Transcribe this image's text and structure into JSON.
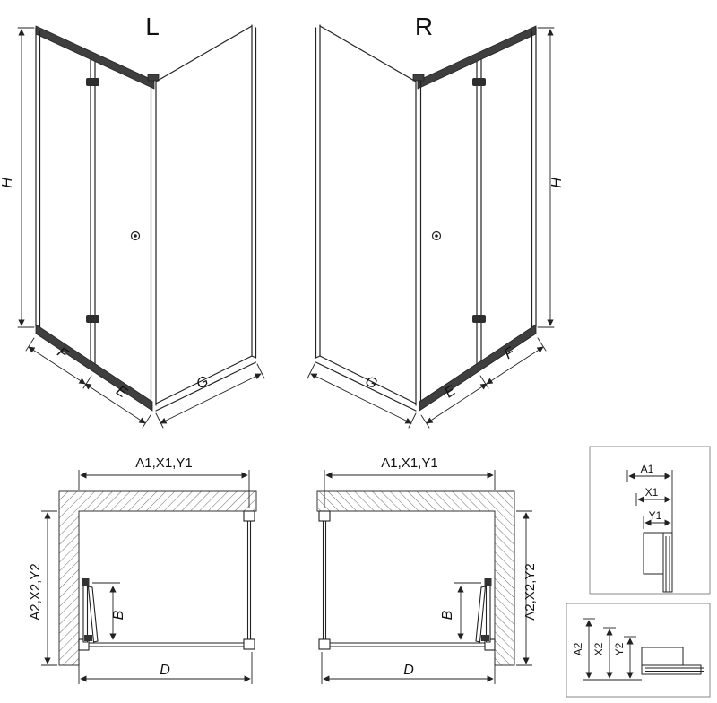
{
  "variants": {
    "left": "L",
    "right": "R"
  },
  "dimensions": {
    "height": "H",
    "front_fixed_width": "F",
    "door_width": "E",
    "side_width": "G",
    "top_width": "A1,X1,Y1",
    "depth": "A2,X2,Y2",
    "door_projection": "B",
    "bottom_width": "D"
  },
  "detail_top": {
    "a1": "A1",
    "x1": "X1",
    "y1": "Y1"
  },
  "detail_bottom": {
    "a2": "A2",
    "x2": "X2",
    "y2": "Y2"
  },
  "colors": {
    "line": "#222222",
    "dark_profile": "#3f3f3f",
    "hatch": "#777777"
  }
}
